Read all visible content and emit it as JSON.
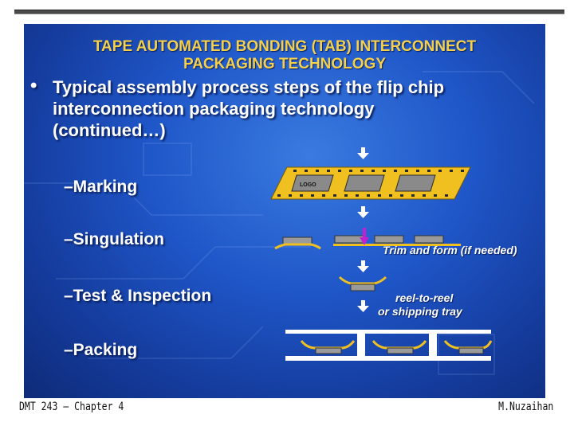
{
  "slide": {
    "title_line1": "TAPE AUTOMATED BONDING (TAB) INTERCONNECT",
    "title_line2": "PACKAGING TECHNOLOGY",
    "bullet_symbol": "•",
    "bullet_text": "Typical assembly process steps of the flip chip\ninterconnection packaging technology\n(continued…)",
    "steps": [
      "–Marking",
      "–Singulation",
      "–Test & Inspection",
      "–Packing"
    ],
    "diagram_labels": {
      "trim": "Trim and form (if needed)",
      "reel_line1": "reel-to-reel",
      "reel_line2": "or shipping tray"
    },
    "chip_mark": "LOGO"
  },
  "footer": {
    "left": "DMT 243 – Chapter 4",
    "right": "M.Nuzaihan"
  },
  "colors": {
    "title": "#f5d04a",
    "tape": "#f0c020",
    "arrow": "#ffffff",
    "magenta_arrow": "#c020d0"
  }
}
